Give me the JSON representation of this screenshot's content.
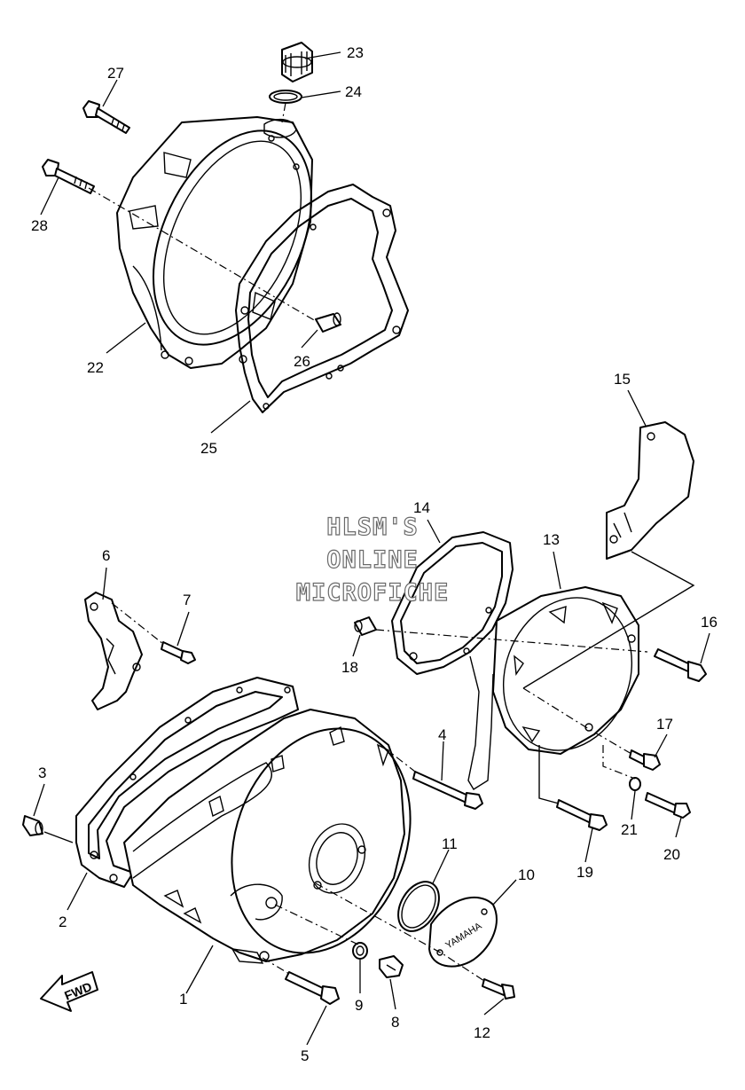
{
  "callouts": [
    "23",
    "24",
    "27",
    "28",
    "22",
    "26",
    "25",
    "15",
    "14",
    "6",
    "7",
    "13",
    "16",
    "18",
    "4",
    "17",
    "3",
    "21",
    "19",
    "20",
    "11",
    "10",
    "2",
    "9",
    "8",
    "12",
    "1",
    "5"
  ],
  "watermark": [
    "HLSM'S",
    "ONLINE",
    "MICROFICHE"
  ],
  "cover_logo": "YAMAHA",
  "direction_arrow": "FWD"
}
